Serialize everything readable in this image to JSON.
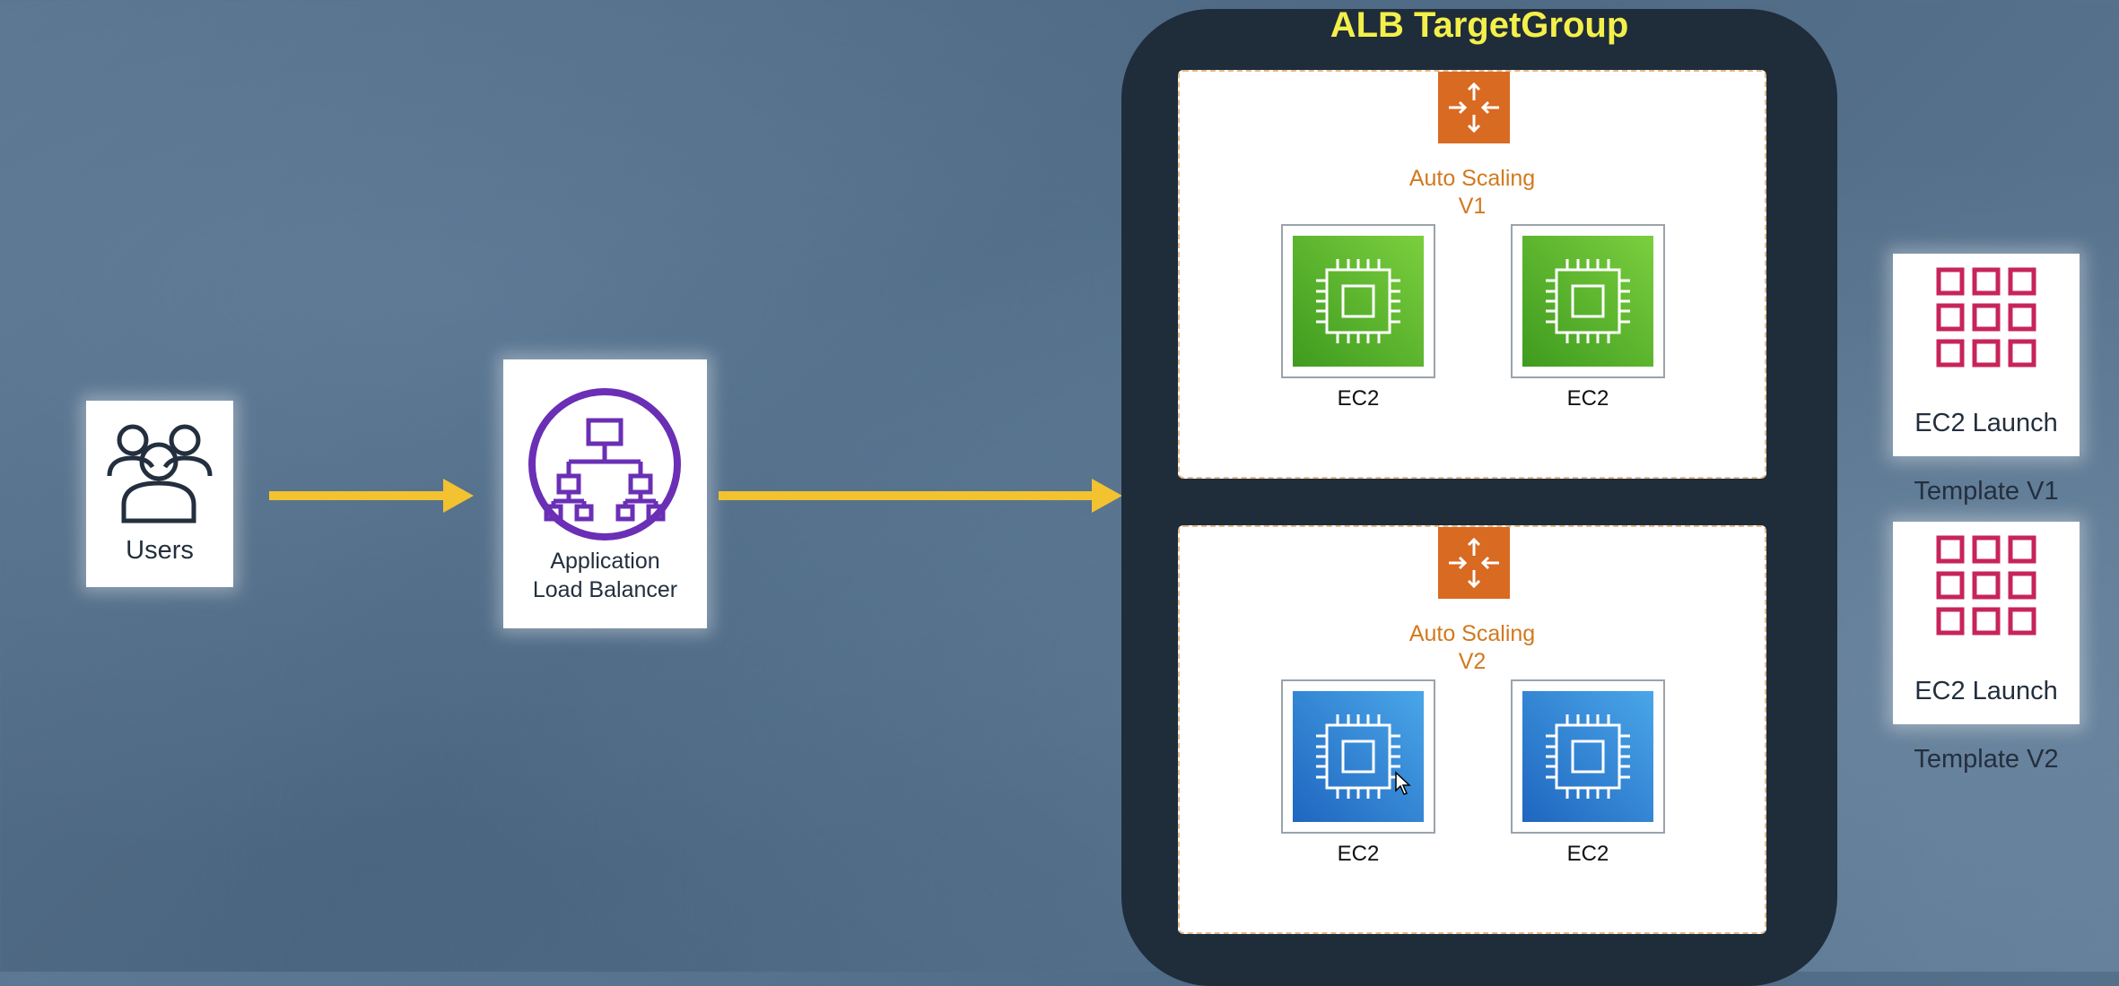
{
  "users": {
    "label": "Users"
  },
  "alb": {
    "line1": "Application",
    "line2": "Load Balancer"
  },
  "target_group": {
    "title": "ALB TargetGroup"
  },
  "asg_v1": {
    "line1": "Auto Scaling",
    "line2": "V1",
    "instances": [
      "EC2",
      "EC2"
    ]
  },
  "asg_v2": {
    "line1": "Auto Scaling",
    "line2": "V2",
    "instances": [
      "EC2",
      "EC2"
    ]
  },
  "launch_templates": [
    {
      "line1": "EC2 Launch",
      "line2": "Template V1"
    },
    {
      "line1": "EC2 Launch",
      "line2": "Template V2"
    }
  ],
  "colors": {
    "arrow": "#f2c230",
    "target_group_title": "#f4f04a",
    "auto_scaling": "#d96a22",
    "ec2_v1": "#3f9b1f",
    "ec2_v2": "#1f66c0",
    "alb_icon": "#6a2fb5",
    "launch_template": "#c7245a"
  },
  "icons": {
    "users": "users-icon",
    "alb": "load-balancer-icon",
    "auto_scaling": "auto-scaling-icon",
    "ec2": "cpu-chip-icon",
    "launch_template": "grid-icon"
  }
}
